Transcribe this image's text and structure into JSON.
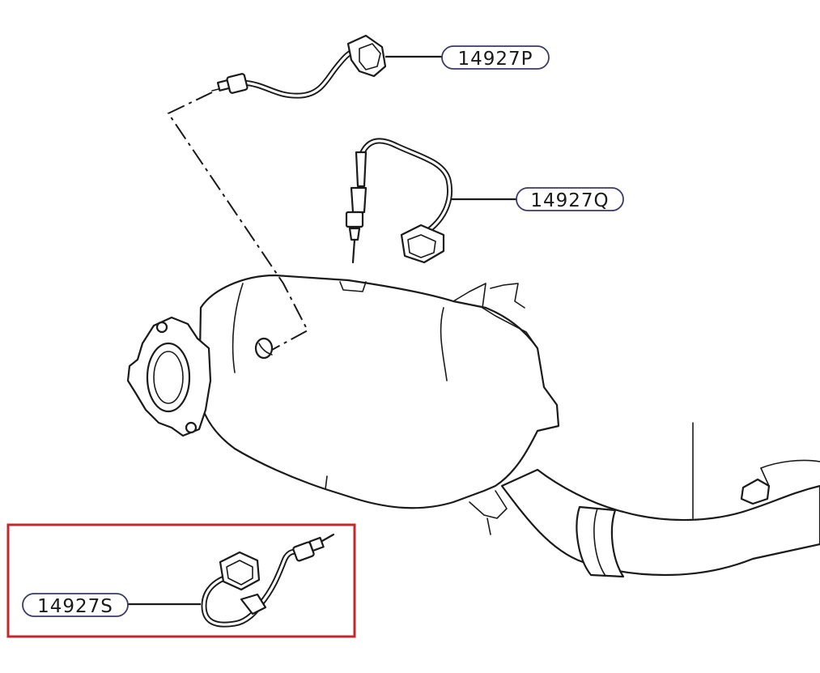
{
  "callouts": {
    "p": "14927P",
    "q": "14927Q",
    "s": "14927S"
  },
  "highlight_color": "#c0282d",
  "line_color": "#1a1a1a"
}
